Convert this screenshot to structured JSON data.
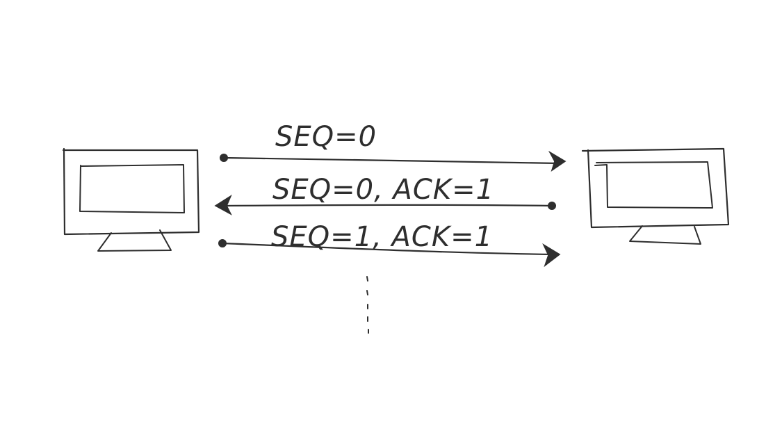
{
  "diagram": {
    "colors": {
      "ink": "#2e2e2e",
      "background": "#ffffff"
    },
    "nodes": {
      "left": {
        "icon": "monitor-icon"
      },
      "right": {
        "icon": "monitor-icon"
      }
    },
    "messages": [
      {
        "label": "SEQ=0",
        "direction": "left-to-right"
      },
      {
        "label": "SEQ=0, ACK=1",
        "direction": "right-to-left"
      },
      {
        "label": "SEQ=1, ACK=1",
        "direction": "left-to-right"
      }
    ],
    "continuation": {
      "icon": "vertical-ellipsis-icon"
    }
  }
}
